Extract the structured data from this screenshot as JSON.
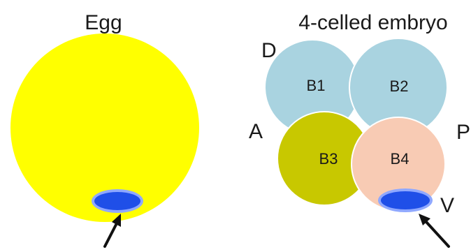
{
  "egg_panel": {
    "title": "Egg"
  },
  "embryo_panel": {
    "title": "4-celled embryo",
    "axis_labels": {
      "dorsal": "D",
      "anterior": "A",
      "posterior": "P",
      "ventral": "V"
    },
    "cells": [
      {
        "id": "b1",
        "label": "B1"
      },
      {
        "id": "b2",
        "label": "B2"
      },
      {
        "id": "b3",
        "label": "B3"
      },
      {
        "id": "b4",
        "label": "B4"
      }
    ]
  },
  "colors": {
    "egg_yolk": "#ffff00",
    "marker_blue": "#1f4fe8",
    "marker_ring": "#8fa8ff",
    "blastomere_b1_b2": "#a9d3e0",
    "blastomere_b3": "#c8c800",
    "blastomere_b4": "#f8cbb4",
    "arrow": "#111111"
  }
}
